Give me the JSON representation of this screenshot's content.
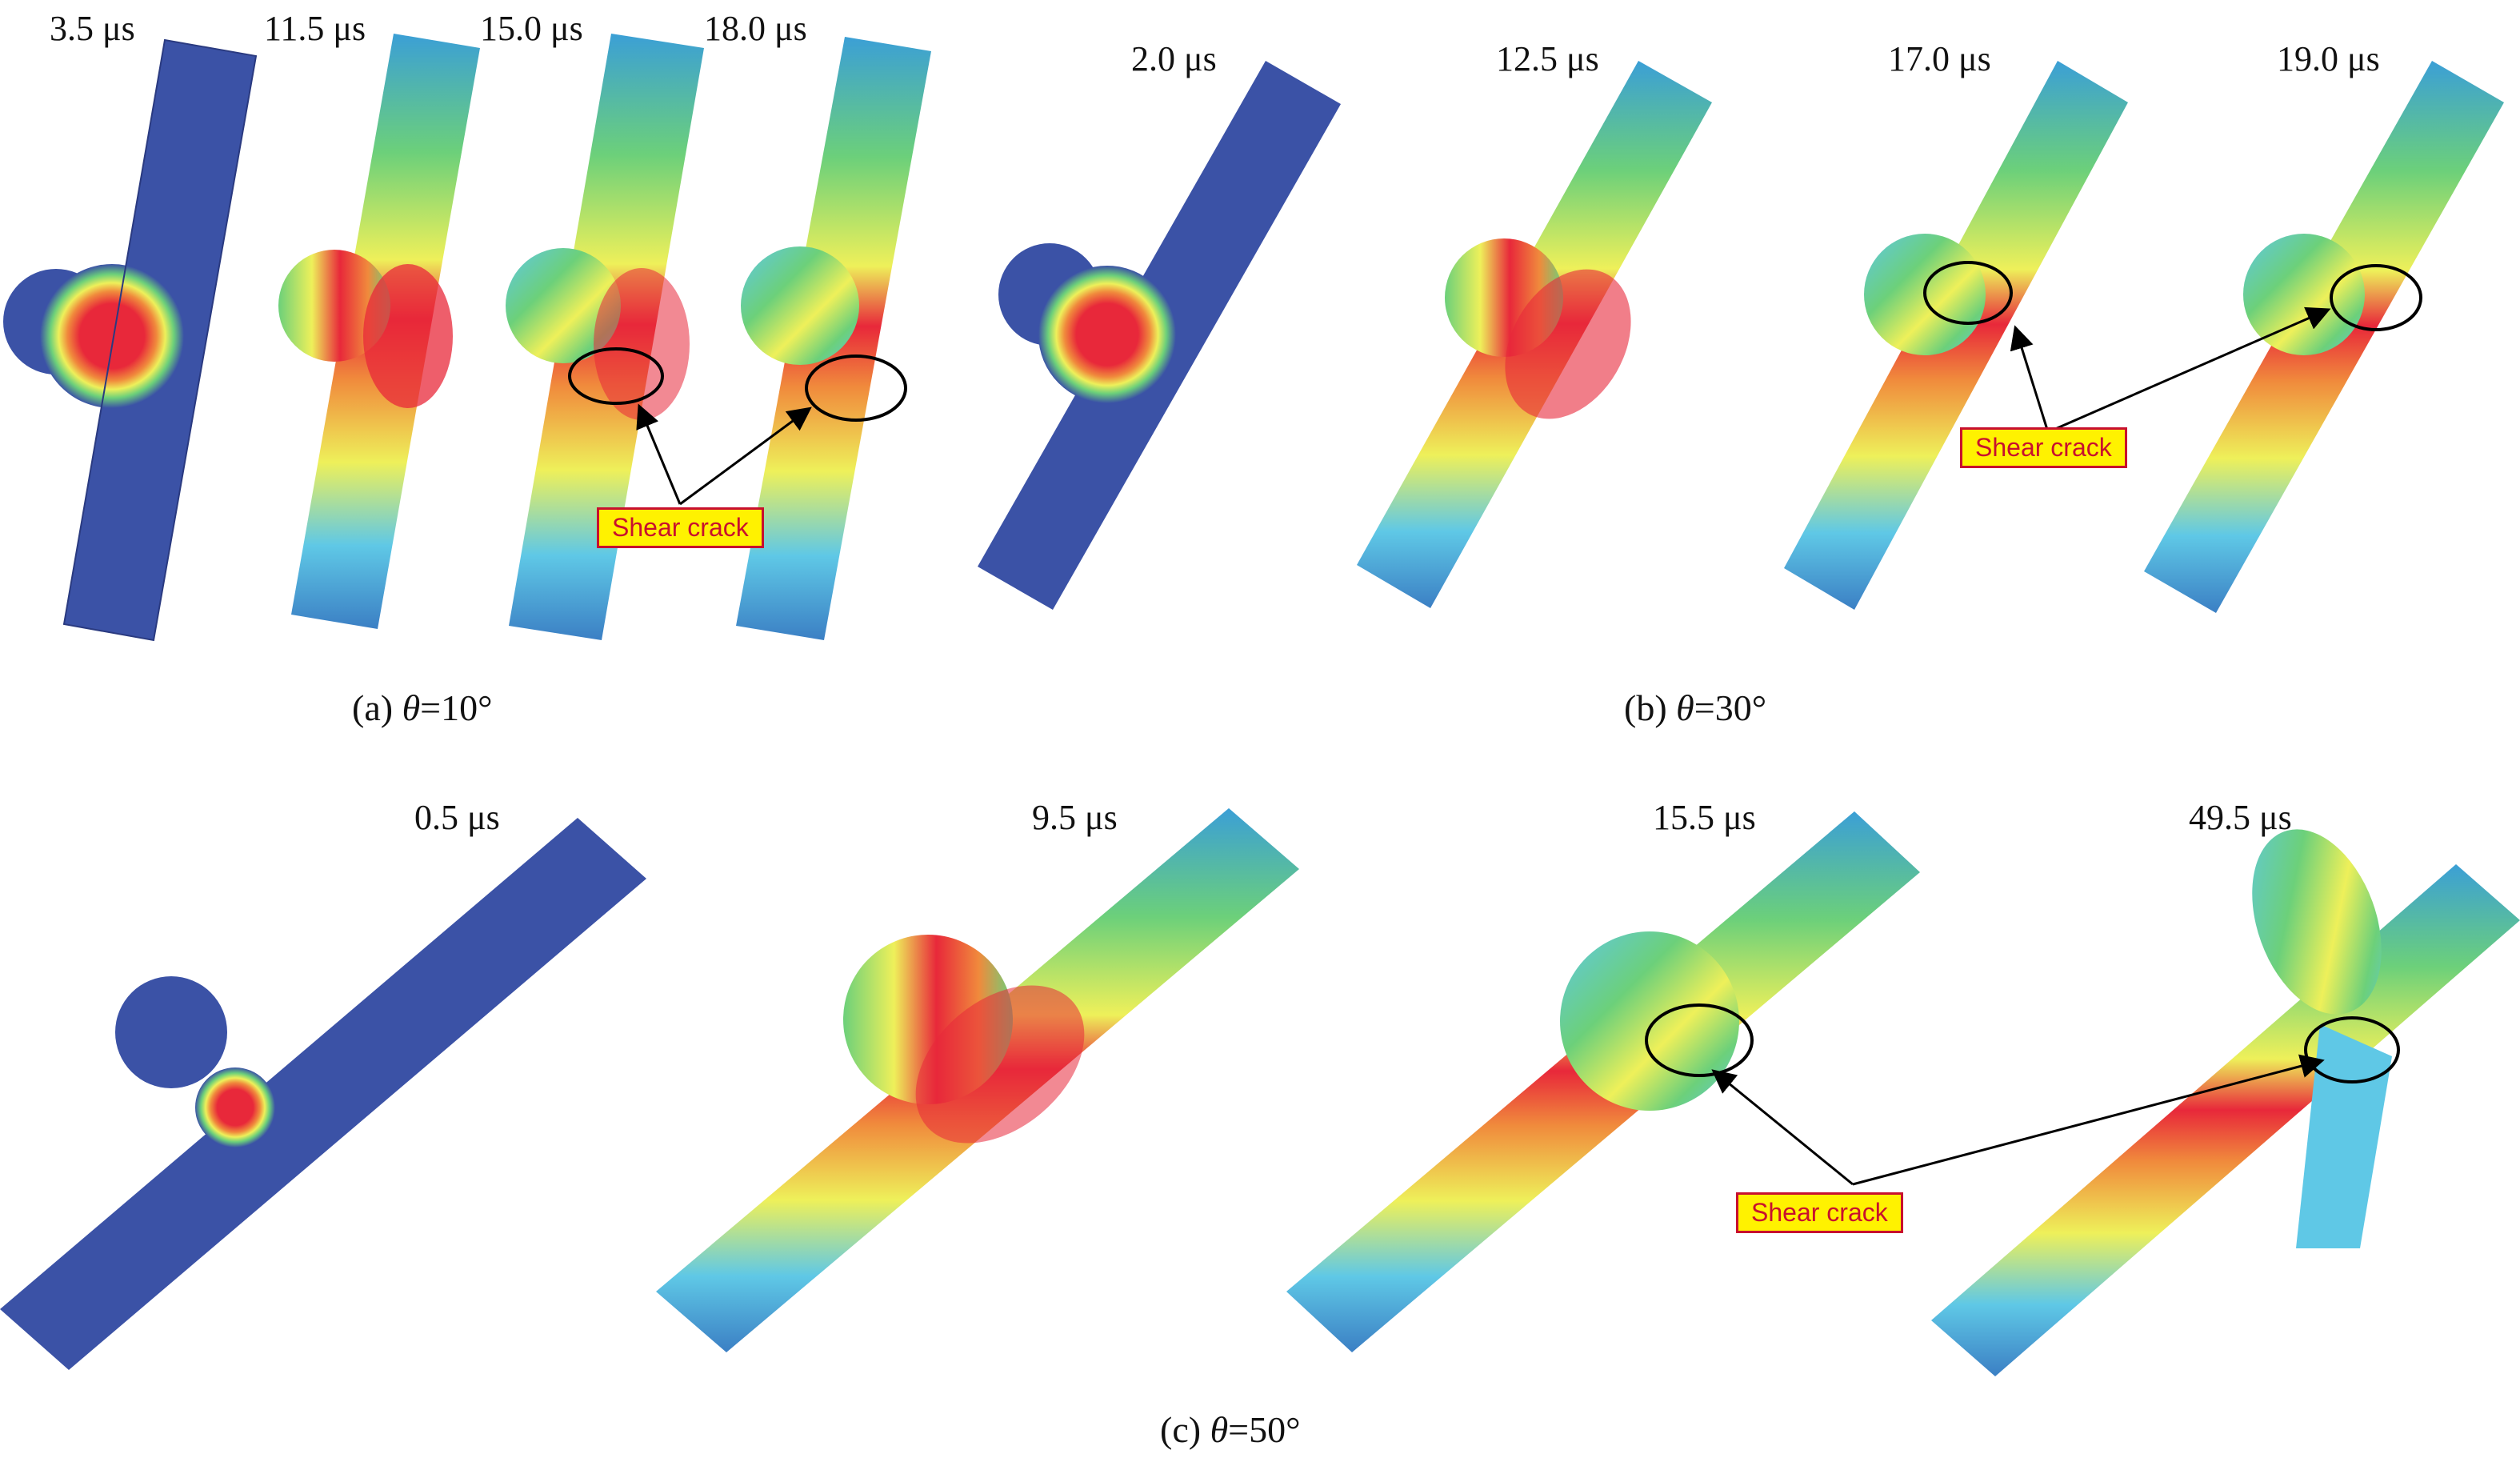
{
  "colors": {
    "blue": "#3b52a6",
    "cyan": "#5fc8e6",
    "green": "#6cd07a",
    "yellow": "#eef05a",
    "orange": "#f08a3c",
    "red": "#e8283a",
    "callout_bg": "#fff200",
    "callout_text": "#c8102e"
  },
  "panels": [
    {
      "caption_prefix": "(a) ",
      "theta": "θ",
      "caption_value": "=10°",
      "times": [
        "3.5 μs",
        "11.5 μs",
        "15.0 μs",
        "18.0 μs"
      ]
    },
    {
      "caption_prefix": "(b) ",
      "theta": "θ",
      "caption_value": "=30°",
      "times": [
        "2.0 μs",
        "12.5 μs",
        "17.0 μs",
        "19.0 μs"
      ]
    },
    {
      "caption_prefix": "(c) ",
      "theta": "θ",
      "caption_value": "=50°",
      "times": [
        "0.5 μs",
        "9.5 μs",
        "15.5 μs",
        "49.5 μs"
      ]
    }
  ],
  "annotations": {
    "shear_crack_a": "Shear crack",
    "shear_crack_b": "Shear crack",
    "shear_crack_c": "Shear crack"
  }
}
